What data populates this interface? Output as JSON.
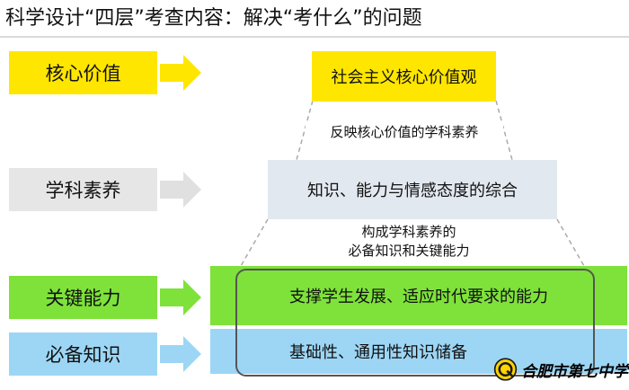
{
  "title": "科学设计“四层”考查内容：解决“考什么”的问题",
  "levels": [
    {
      "label": "核心价值",
      "box": "社会主义核心价值观"
    },
    {
      "label": "学科素养",
      "box": "知识、能力与情感态度的综合"
    },
    {
      "label": "关键能力",
      "box": "支撑学生发展、适应时代要求的能力"
    },
    {
      "label": "必备知识",
      "box": "基础性、通用性知识储备"
    }
  ],
  "notes": {
    "top": "反映核心价值的学科素养",
    "middle_line1": "构成学科素养的",
    "middle_line2": "必备知识和关键能力"
  },
  "logo": {
    "text": "合肥市第七中学",
    "icon": "school-emblem-icon"
  },
  "colors": {
    "yellow": "#ffe600",
    "grey": "#e6e6e6",
    "green": "#7ee23a",
    "blue": "#9dd6f5",
    "box_grey": "#e2e8ef"
  }
}
